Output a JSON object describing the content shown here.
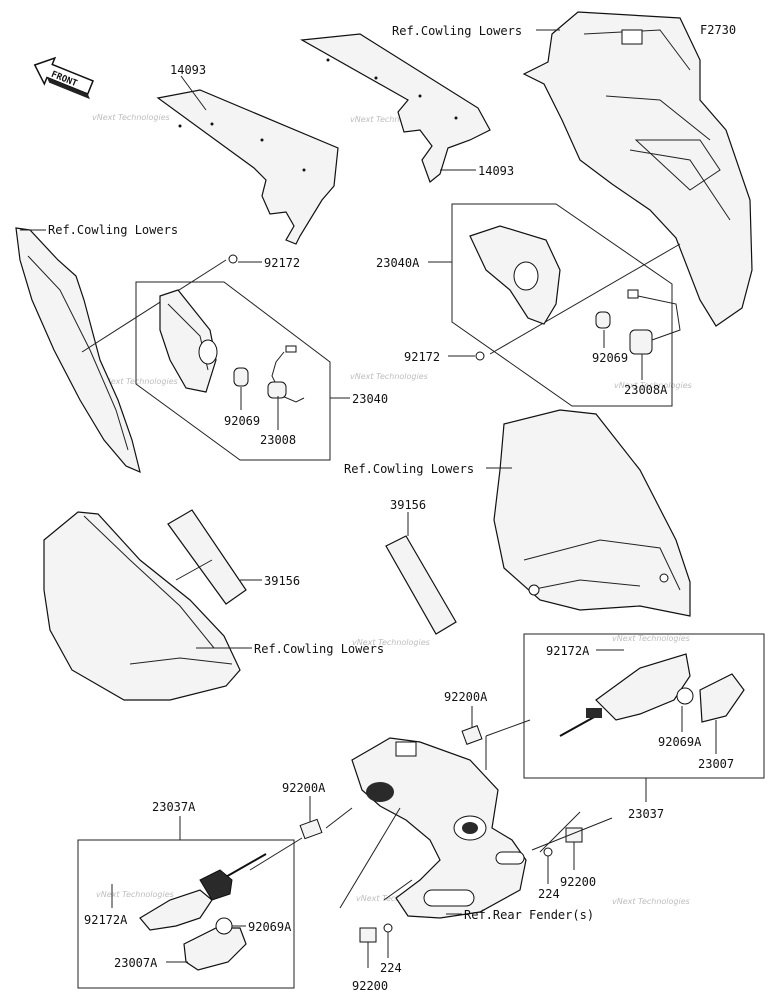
{
  "figure_code": "F2730",
  "front_badge": "FRONT",
  "watermark": "vNext Technologies",
  "labels": {
    "p14093_a": "14093",
    "p14093_b": "14093",
    "ref_cowl_top": "Ref.Cowling Lowers",
    "ref_cowl_left": "Ref.Cowling Lowers",
    "ref_cowl_mid": "Ref.Cowling Lowers",
    "ref_cowl_bottom": "Ref.Cowling Lowers",
    "p92172_left": "92172",
    "p23040a": "23040A",
    "p92172_right": "92172",
    "p92069_right": "92069",
    "p23008a": "23008A",
    "p92069_left": "92069",
    "p23040": "23040",
    "p23008": "23008",
    "p39156_left": "39156",
    "p39156_right": "39156",
    "p92172a_right": "92172A",
    "p92069a_right": "92069A",
    "p23007": "23007",
    "p92200a_top": "92200A",
    "p92200a_left": "92200A",
    "p23037": "23037",
    "p23037a": "23037A",
    "p92172a_left": "92172A",
    "p92069a_left": "92069A",
    "p23007a": "23007A",
    "p224_right": "224",
    "p92200_right": "92200",
    "ref_rear_fender": "Ref.Rear Fender(s)",
    "p224_bottom": "224",
    "p92200_bottom": "92200"
  }
}
